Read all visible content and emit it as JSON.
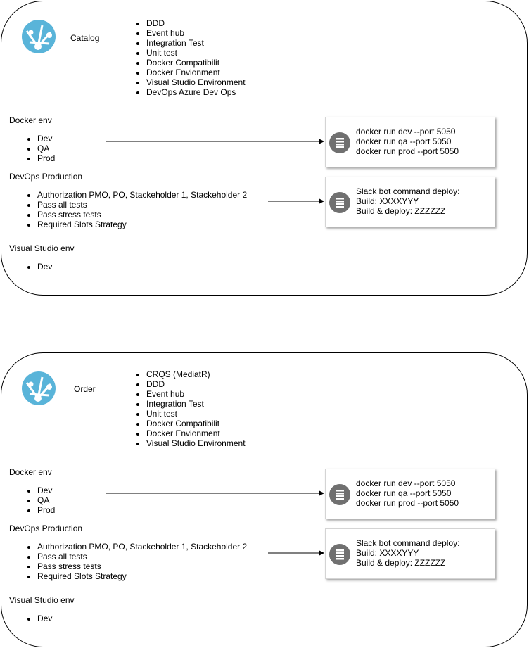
{
  "panels": [
    {
      "service": "Catalog",
      "features": [
        "DDD",
        "Event hub",
        "Integration Test",
        "Unit test",
        "Docker Compatibilit",
        "Docker Envionment",
        "Visual Studio Environment",
        "DevOps Azure Dev Ops"
      ],
      "docker": {
        "label": "Docker env",
        "items": [
          "Dev",
          "QA",
          "Prod"
        ]
      },
      "devops": {
        "label": "DevOps Production",
        "items": [
          "Authorization PMO, PO, Stackeholder 1, Stackeholder 2",
          "Pass all tests",
          "Pass stress tests",
          "Required Slots Strategy"
        ]
      },
      "vs": {
        "label": "Visual Studio env",
        "items": [
          "Dev"
        ]
      },
      "docker_card": [
        "docker run dev --port 5050",
        "docker run qa --port 5050",
        "docker run prod --port 5050"
      ],
      "slack_card": [
        "Slack bot command deploy:",
        "Build: XXXXYYY",
        "Build & deploy: ZZZZZZ"
      ]
    },
    {
      "service": "Order",
      "features": [
        "CRQS (MediatR)",
        "DDD",
        "Event hub",
        "Integration Test",
        "Unit test",
        "Docker Compatibilit",
        "Docker Envionment",
        "Visual Studio Environment"
      ],
      "docker": {
        "label": "Docker env",
        "items": [
          "Dev",
          "QA",
          "Prod"
        ]
      },
      "devops": {
        "label": "DevOps Production",
        "items": [
          "Authorization PMO, PO, Stackeholder 1, Stackeholder 2",
          "Pass all tests",
          "Pass stress tests",
          "Required Slots Strategy"
        ]
      },
      "vs": {
        "label": "Visual Studio env",
        "items": [
          "Dev"
        ]
      },
      "docker_card": [
        "docker run dev --port 5050",
        "docker run qa --port 5050",
        "docker run prod --port 5050"
      ],
      "slack_card": [
        "Slack bot command deploy:",
        "Build: XXXXYYY",
        "Build & deploy: ZZZZZZ"
      ]
    }
  ],
  "colors": {
    "azure_icon": "#59b4d9",
    "card_icon": "#707070",
    "line": "#000000"
  },
  "icons": {
    "service": "azure-service-icon",
    "card": "server-icon"
  }
}
